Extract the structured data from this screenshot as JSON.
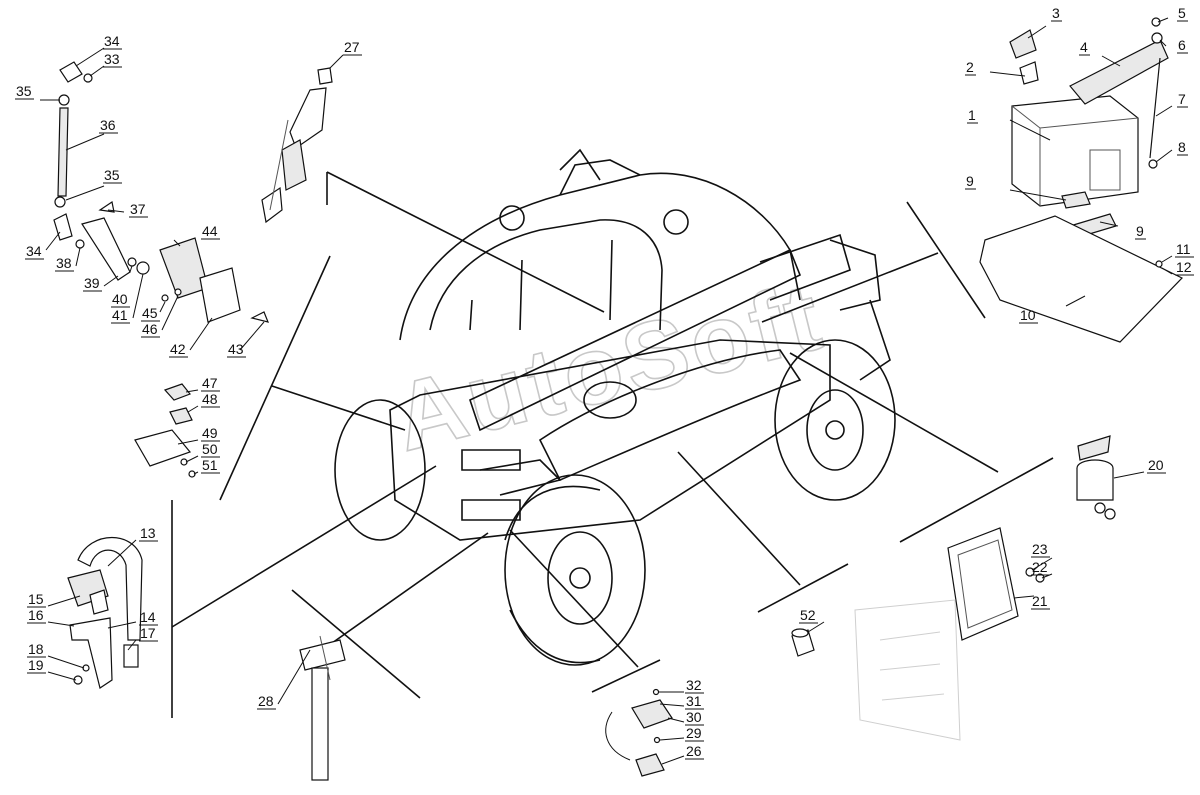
{
  "watermark": "AutoSoft",
  "colors": {
    "line": "#111111",
    "watermark": "#c8c8c8",
    "background": "#ffffff"
  },
  "callouts": [
    "1",
    "2",
    "3",
    "4",
    "5",
    "6",
    "7",
    "8",
    "9",
    "9",
    "10",
    "11",
    "12",
    "13",
    "14",
    "15",
    "16",
    "17",
    "18",
    "19",
    "20",
    "21",
    "22",
    "23",
    "26",
    "27",
    "28",
    "29",
    "30",
    "31",
    "32",
    "33",
    "34",
    "34",
    "35",
    "35",
    "36",
    "37",
    "38",
    "39",
    "40",
    "41",
    "42",
    "43",
    "44",
    "45",
    "46",
    "47",
    "48",
    "49",
    "50",
    "51",
    "52"
  ]
}
